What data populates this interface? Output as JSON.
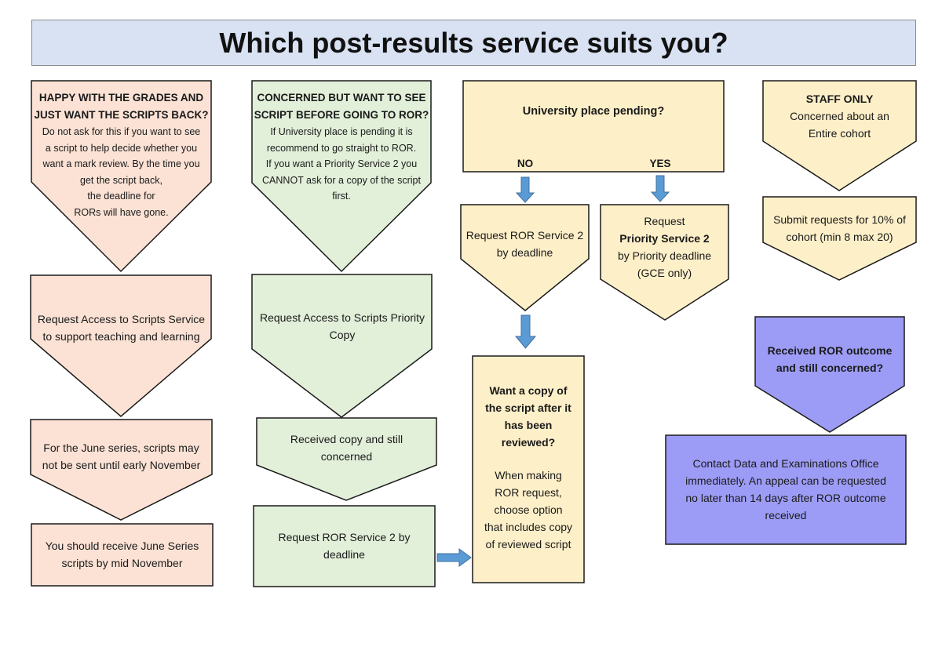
{
  "title": "Which post-results service suits you?",
  "colors": {
    "peach": "#fbe2d5",
    "green": "#e2efd9",
    "yellow": "#fdefc8",
    "blue": "#9c9cf6",
    "arrow": "#5b9bd5",
    "title_bg": "#d9e2f3"
  },
  "col1": {
    "heading_line1": "HAPPY WITH THE GRADES AND",
    "heading_line2": "JUST WANT THE SCRIPTS BACK?",
    "body_lines": [
      "Do not ask for this if you want to see",
      "a script to help decide whether you",
      "want a mark review. By the time you",
      "get the script back,",
      "the deadline for",
      "RORs will have gone."
    ],
    "step2_lines": [
      "Request Access to Scripts Service",
      "to support teaching and learning"
    ],
    "step3_lines": [
      "For the June series, scripts may",
      "not be sent until early November"
    ],
    "step4_lines": [
      "You should receive June Series",
      "scripts by mid November"
    ]
  },
  "col2": {
    "heading_line1": "CONCERNED BUT WANT TO SEE",
    "heading_line2": "SCRIPT BEFORE GOING TO ROR?",
    "body_lines": [
      "If University place is pending  it is",
      "recommend to go straight to ROR.",
      "If you want a Priority Service 2 you",
      "CANNOT ask for a copy of the script",
      "first."
    ],
    "step2_lines": [
      "Request Access to Scripts Priority",
      "Copy"
    ],
    "step3_lines": [
      "Received copy and still",
      "concerned"
    ],
    "step4_lines": [
      "Request ROR Service 2 by",
      "deadline"
    ]
  },
  "col3": {
    "question": "University place pending?",
    "no_label": "NO",
    "yes_label": "YES",
    "no_box_lines": [
      "Request ROR Service 2",
      "by deadline"
    ],
    "yes_box_line1": "Request",
    "yes_box_line2": "Priority Service 2",
    "yes_box_line3": "by Priority deadline",
    "yes_box_line4": "(GCE only)",
    "copy_heading_lines": [
      "Want a copy of",
      "the script after it",
      "has been",
      "reviewed?"
    ],
    "copy_body_lines": [
      "When making",
      "ROR request,",
      "choose option",
      "that includes copy",
      "of reviewed script"
    ]
  },
  "col4": {
    "staff_heading": "STAFF ONLY",
    "staff_lines": [
      "Concerned about an",
      "Entire cohort"
    ],
    "submit_lines": [
      "Submit requests for 10% of",
      "cohort (min 8 max 20)"
    ],
    "outcome_lines": [
      "Received ROR outcome",
      "and still concerned?"
    ],
    "contact_lines": [
      "Contact Data and Examinations Office",
      "immediately. An appeal can be requested",
      "no later than 14 days after ROR outcome",
      "received"
    ]
  }
}
